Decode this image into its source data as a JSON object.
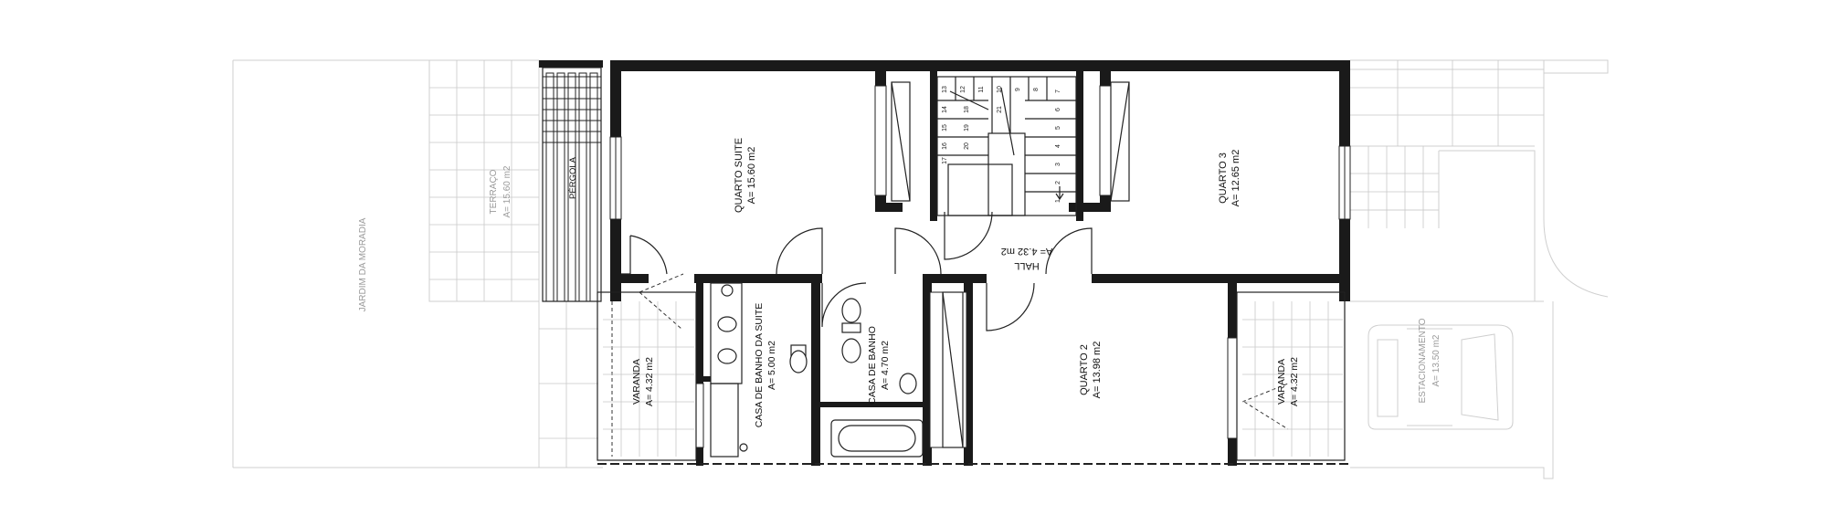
{
  "plan": {
    "rooms": {
      "quarto_suite": {
        "name": "QUARTO SUITE",
        "area": "A= 15.60 m2"
      },
      "quarto_3": {
        "name": "QUARTO 3",
        "area": "A= 12.65 m2"
      },
      "quarto_2": {
        "name": "QUARTO 2",
        "area": "A= 13.98 m2"
      },
      "hall": {
        "name": "HALL",
        "area": "A= 4.32 m2"
      },
      "banho_suite": {
        "name": "CASA DE BANHO DA SUITE",
        "area": "A= 5.00 m2"
      },
      "banho": {
        "name": "CASA DE BANHO",
        "area": "A= 4.70 m2"
      },
      "varanda_left": {
        "name": "VARANDA",
        "area": "A= 4.32 m2"
      },
      "varanda_right": {
        "name": "VARANDA",
        "area": "A= 4.32 m2"
      }
    },
    "outside": {
      "pergola": "PÉRGOLA",
      "terraco_name": "TERRAÇO",
      "terraco_area": "A= 15.60 m2",
      "jardim": "JARDIM DA MORADIA",
      "estacionamento_name": "ESTACIONAMENTO",
      "estacionamento_area": "A= 13.50 m2"
    },
    "stairs": [
      "1",
      "2",
      "3",
      "4",
      "5",
      "6",
      "7",
      "8",
      "9",
      "10",
      "11",
      "12",
      "13",
      "14",
      "15",
      "16",
      "17",
      "18",
      "19",
      "20",
      "21"
    ]
  }
}
